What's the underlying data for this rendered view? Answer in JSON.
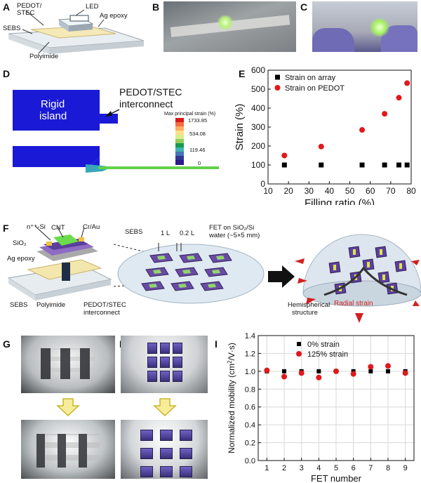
{
  "panels": {
    "A": "A",
    "B": "B",
    "C": "C",
    "D": "D",
    "E": "E",
    "F": "F",
    "G": "G",
    "H": "H",
    "I": "I"
  },
  "panel_a": {
    "pedot": "PEDOT/",
    "stec": "STEC",
    "led": "LED",
    "ag_epoxy": "Ag epoxy",
    "sebs": "SEBS",
    "polyimide": "Polyimide"
  },
  "panel_d": {
    "rigid": "Rigid",
    "island": "island",
    "interconnect_1": "PEDOT/STEC",
    "interconnect_2": "interconnect",
    "legend_title": "Max principal strain (%)",
    "legend_values": [
      "1733.85",
      "534.08",
      "119.46",
      "0"
    ],
    "legend_colors": [
      "#d7191c",
      "#f46d43",
      "#fdae61",
      "#fee08b",
      "#d9ef8b",
      "#91cf60",
      "#1a9850",
      "#3fb4b0",
      "#4575b4",
      "#313695",
      "#2a1a8a"
    ]
  },
  "panel_f": {
    "n_si": "n⁺⁺-Si",
    "cnt": "CNT",
    "cr_au": "Cr/Au",
    "sio2": "SiO₂",
    "ag_epoxy": "Ag epoxy",
    "sebs_left": "SEBS",
    "polyimide": "Polyimide",
    "pedot_1": "PEDOT/STEC",
    "pedot_2": "interconnect",
    "sebs_mid": "SEBS",
    "one_l": "1 L",
    "point_two_l": "0.2 L",
    "fet_1": "FET on SiO₂/Si",
    "fet_2": "water (~5×5 mm)",
    "hemi_1": "Hemispherical",
    "hemi_2": "structure",
    "radial": "Radial strain"
  },
  "chart_data": [
    {
      "type": "scatter",
      "panel": "E",
      "xlabel": "Filling ratio (%)",
      "ylabel": "Strain (%)",
      "xlim": [
        10,
        80
      ],
      "ylim": [
        0,
        600
      ],
      "xticks": [
        10,
        20,
        30,
        40,
        50,
        60,
        70,
        80
      ],
      "yticks": [
        0,
        100,
        200,
        300,
        400,
        500,
        600
      ],
      "legend_position": "top-left",
      "grid": false,
      "series": [
        {
          "name": "Strain on array",
          "marker": "square",
          "color": "#000000",
          "x": [
            18,
            36,
            56,
            67,
            74,
            78
          ],
          "y": [
            100,
            100,
            100,
            100,
            100,
            100
          ]
        },
        {
          "name": "Strain on PEDOT",
          "marker": "circle",
          "color": "#e0191c",
          "x": [
            18,
            36,
            56,
            67,
            74,
            78
          ],
          "y": [
            150,
            197,
            285,
            370,
            455,
            532
          ]
        }
      ]
    },
    {
      "type": "scatter",
      "panel": "I",
      "xlabel": "FET number",
      "ylabel_main": "Normalized mobility (cm",
      "ylabel_sup1": "2",
      "ylabel_mid": "/V·s",
      "ylabel_end": ")",
      "xlim": [
        0.5,
        9.5
      ],
      "ylim": [
        0.0,
        1.4
      ],
      "xticks": [
        1,
        2,
        3,
        4,
        5,
        6,
        7,
        8,
        9
      ],
      "yticks": [
        "0.0",
        "0.2",
        "0.4",
        "0.6",
        "0.8",
        "1.0",
        "1.2",
        "1.4"
      ],
      "legend_position": "top-center",
      "grid": true,
      "series": [
        {
          "name": "0% strain",
          "marker": "square",
          "color": "#000000",
          "x": [
            1,
            2,
            3,
            4,
            5,
            6,
            7,
            8,
            9
          ],
          "y": [
            1.0,
            1.0,
            1.0,
            1.0,
            1.0,
            1.0,
            1.0,
            1.0,
            1.0
          ]
        },
        {
          "name": "125% strain",
          "marker": "circle",
          "color": "#e0191c",
          "x": [
            1,
            2,
            3,
            4,
            5,
            6,
            7,
            8,
            9
          ],
          "y": [
            1.01,
            0.94,
            0.98,
            0.93,
            1.0,
            0.97,
            1.05,
            1.06,
            0.98
          ]
        }
      ]
    }
  ]
}
